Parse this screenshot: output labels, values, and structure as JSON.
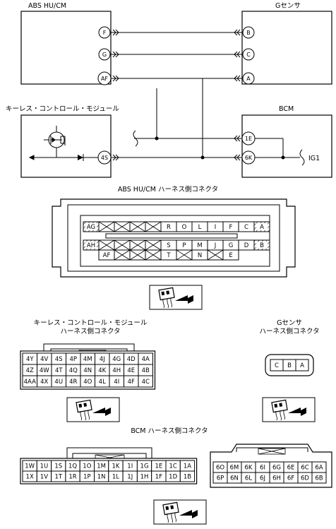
{
  "circuit": {
    "modules": {
      "abs": "ABS HU/CM",
      "gsensor": "Gセンサ",
      "keyless": "キーレス・コントロール・モジュール",
      "bcm": "BCM"
    },
    "pins": {
      "abs_f": "F",
      "abs_g": "G",
      "abs_af": "AF",
      "g_b": "B",
      "g_c": "C",
      "g_a": "A",
      "bcm_1e": "1E",
      "bcm_6k": "6K",
      "kl_4s": "4S"
    },
    "ig_label": "IG1"
  },
  "abs_connector": {
    "title": "ABS HU/CM ハーネス側コネクタ",
    "row1": [
      "AG",
      "",
      "",
      "",
      "",
      "R",
      "O",
      "L",
      "I",
      "F",
      "C",
      "A"
    ],
    "row2": [
      "AH",
      "",
      "",
      "",
      "",
      "S",
      "P",
      "M",
      "J",
      "G",
      "D",
      "B"
    ],
    "row3": [
      "AF",
      "",
      "",
      "",
      "T",
      "",
      "N",
      "",
      "E"
    ]
  },
  "keyless_connector": {
    "title1": "キーレス・コントロール・モジュール",
    "title2": "ハーネス側コネクタ",
    "rows": [
      [
        "4Y",
        "4V",
        "4S",
        "4P",
        "4M",
        "4J",
        "4G",
        "4D",
        "4A"
      ],
      [
        "4Z",
        "4W",
        "4T",
        "4Q",
        "4N",
        "4K",
        "4H",
        "4E",
        "4B"
      ],
      [
        "4AA",
        "4X",
        "4U",
        "4R",
        "4O",
        "4L",
        "4I",
        "4F",
        "4C"
      ]
    ]
  },
  "gsensor_connector": {
    "title1": "Gセンサ",
    "title2": "ハーネス側コネクタ",
    "cells": [
      "C",
      "B",
      "A"
    ]
  },
  "bcm_connector": {
    "title": "BCM ハーネス側コネクタ",
    "left_row1": [
      "1W",
      "1U",
      "1S",
      "1Q",
      "1O",
      "1M",
      "1K",
      "1I",
      "1G",
      "1E",
      "1C",
      "1A"
    ],
    "left_row2": [
      "1X",
      "1V",
      "1T",
      "1R",
      "1P",
      "1N",
      "1L",
      "1J",
      "1H",
      "1F",
      "1D",
      "1B"
    ],
    "right_row1": [
      "6O",
      "6M",
      "6K",
      "6I",
      "6G",
      "6E",
      "6C",
      "6A"
    ],
    "right_row2": [
      "6P",
      "6N",
      "6L",
      "6J",
      "6H",
      "6F",
      "6D",
      "6B"
    ]
  }
}
